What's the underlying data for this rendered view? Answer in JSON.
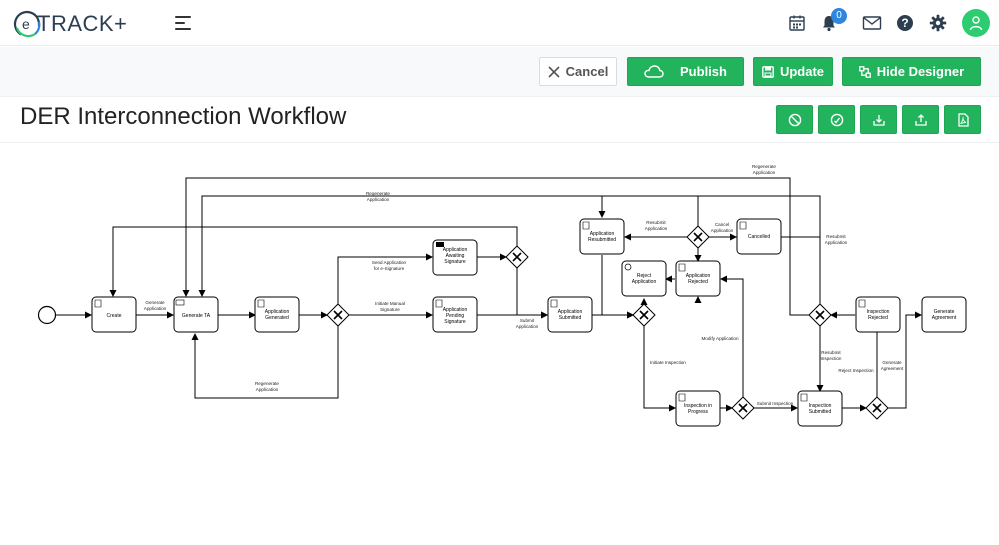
{
  "app": {
    "logo_text": "TRACK+",
    "logo_letter": "e",
    "notifications_count": "0"
  },
  "toolbar": {
    "cancel_label": "Cancel",
    "publish_label": "Publish",
    "update_label": "Update",
    "hide_designer_label": "Hide Designer"
  },
  "page": {
    "title": "DER Interconnection Workflow"
  },
  "workflow": {
    "tasks": {
      "create": "Create",
      "generate_ta": "Generate TA",
      "application_generated": [
        "Application",
        "Generated"
      ],
      "awaiting_signature": [
        "Application",
        "Awaiting",
        "Signature"
      ],
      "pending_signature": [
        "Application",
        "Pending",
        "Signature"
      ],
      "application_submitted": [
        "Application",
        "Submitted"
      ],
      "application_resubmitted": [
        "Application",
        "Resubmitted"
      ],
      "cancelled": "Cancelled",
      "reject_application": [
        "Reject",
        "Application"
      ],
      "application_rejected": [
        "Application",
        "Rejected"
      ],
      "inspection_in_progress": [
        "Inspection in",
        "Progress"
      ],
      "inspection_submitted": [
        "Inspection",
        "Submitted"
      ],
      "inspection_rejected": [
        "Inspection",
        "Rejected"
      ],
      "generate_agreement": [
        "Generate",
        "Agreement"
      ]
    },
    "flows": {
      "generate_application_1": [
        "Generate",
        "Application"
      ],
      "regenerate_application_top": [
        "Regenerate",
        "Application"
      ],
      "regenerate_application_mid": [
        "Regenerate",
        "Application"
      ],
      "regenerate_application_bottom": [
        "Regenerate",
        "Application"
      ],
      "send_application": [
        "Send Application",
        "for e-Signature"
      ],
      "initiate_manual": [
        "Initiate Manual",
        "Signature"
      ],
      "submit_application": [
        "Submit",
        "Application"
      ],
      "resubmit_application_left": [
        "Resubmit",
        "Application"
      ],
      "cancel_application": [
        "Cancel",
        "Application"
      ],
      "resubmit_application_right": [
        "Resubmit",
        "Application"
      ],
      "modify_application": "Modify Application",
      "initiate_inspection": "Initiate Inspection",
      "submit_inspection": "Submit Inspection",
      "resubmit_inspection": [
        "Resubmit",
        "Inspection"
      ],
      "reject_inspection": "Reject Inspection",
      "generate_agreement": [
        "Generate",
        "Agreement"
      ]
    }
  },
  "icons": {
    "cancel": "close-icon",
    "publish": "cloud-upload-icon",
    "update": "save-icon",
    "hide_designer": "diagram-icon",
    "calendar": "calendar-icon",
    "bell": "bell-icon",
    "mail": "mail-icon",
    "help": "help-icon",
    "settings": "gear-icon",
    "user": "user-icon"
  },
  "colors": {
    "green": "#22b35c",
    "badge_blue": "#2e86de",
    "avatar_green": "#2ecc71"
  }
}
